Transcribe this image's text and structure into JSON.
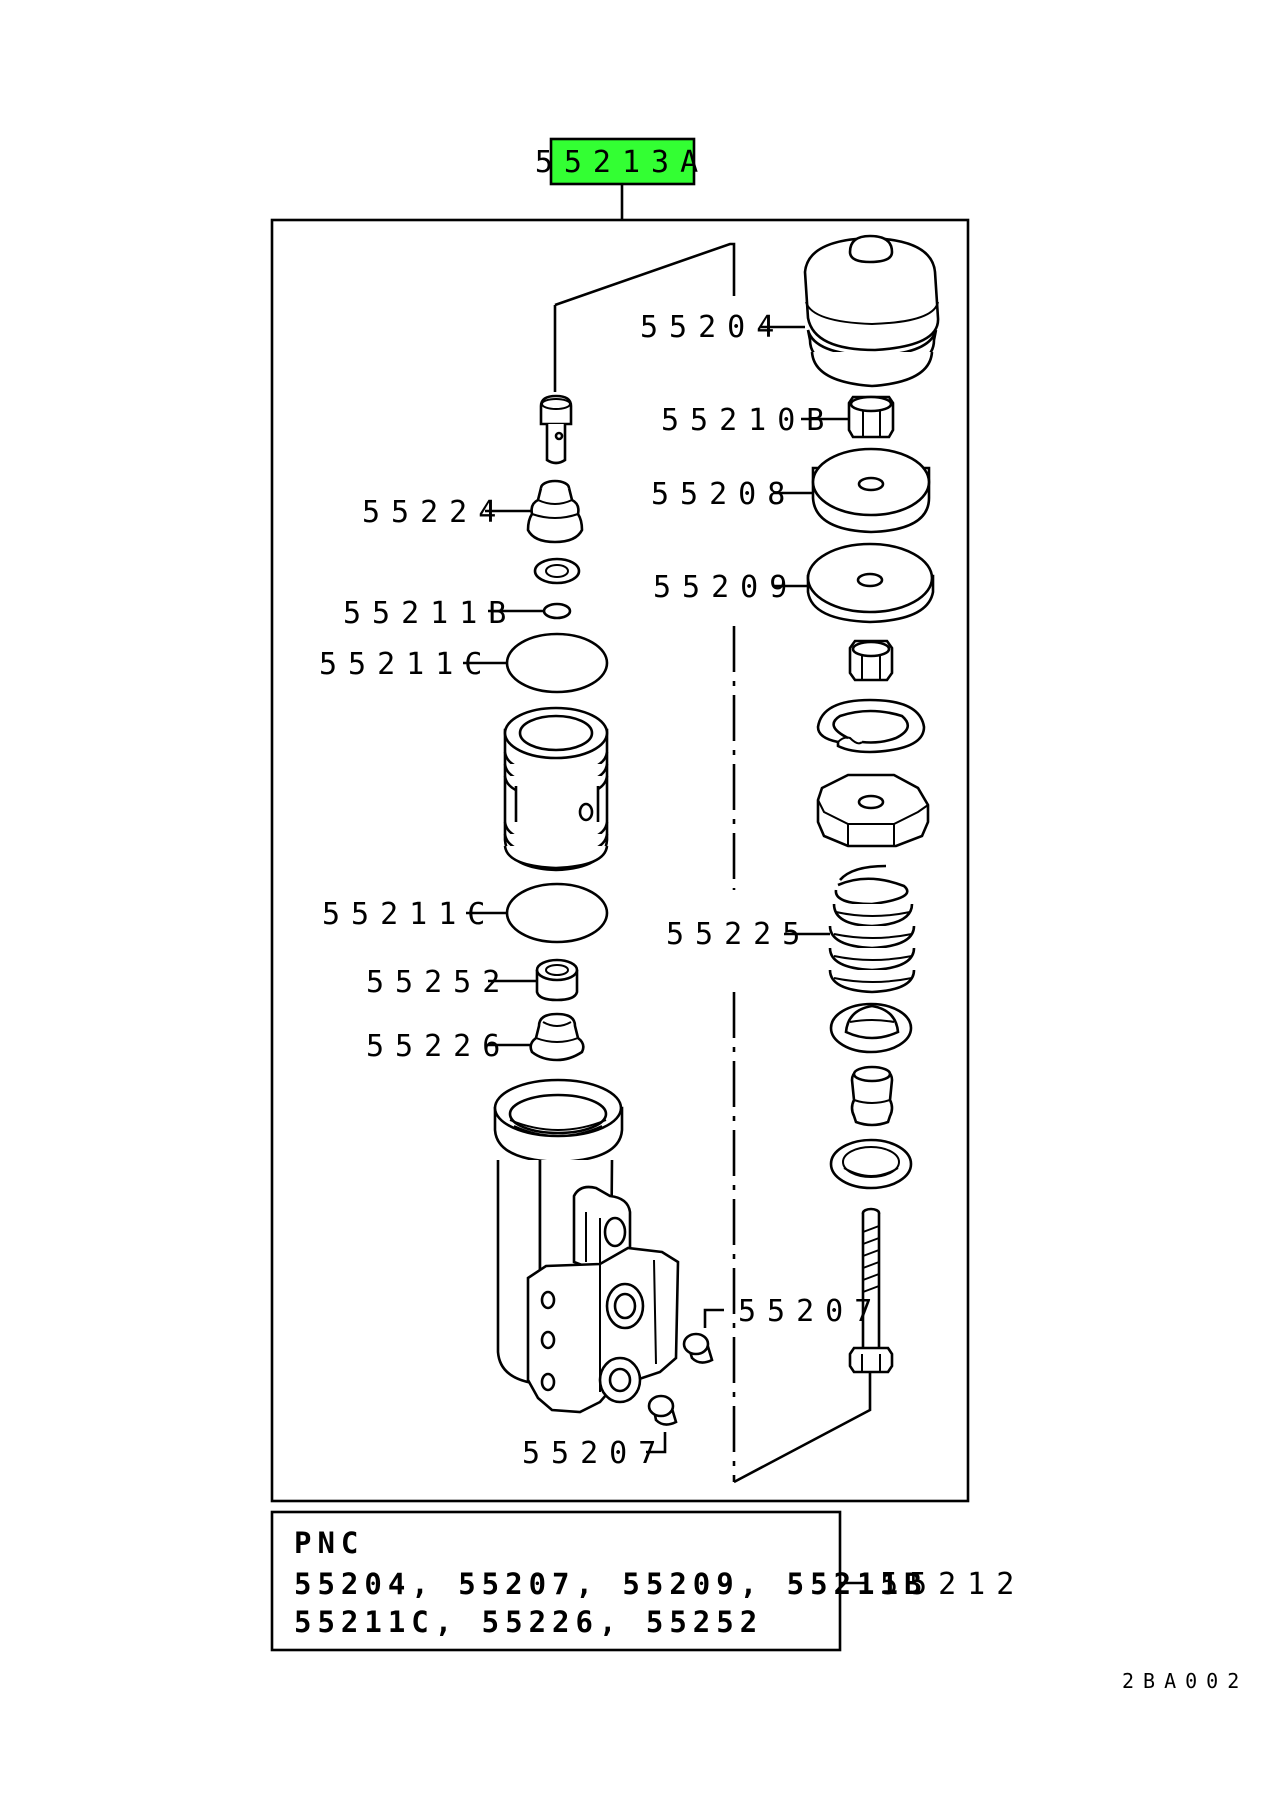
{
  "assembly_label": "55213A",
  "colors": {
    "assembly_highlight": "#33ff33",
    "line": "#000000",
    "background": "#ffffff"
  },
  "labels": {
    "p55204": "55204",
    "p55210b": "55210B",
    "p55208": "55208",
    "p55209": "55209",
    "p55224": "55224",
    "p55211b": "55211B",
    "p55211c_top": "55211C",
    "p55211c_bottom": "55211C",
    "p55225": "55225",
    "p55252": "55252",
    "p55226": "55226",
    "p55207_right": "55207",
    "p55207_bottom": "55207"
  },
  "kit": {
    "title": "PNC",
    "line1": "55204, 55207, 55209, 55211B",
    "line2": "55211C, 55226, 55252",
    "part_number": "55212"
  },
  "drawing_code": "2BA002"
}
